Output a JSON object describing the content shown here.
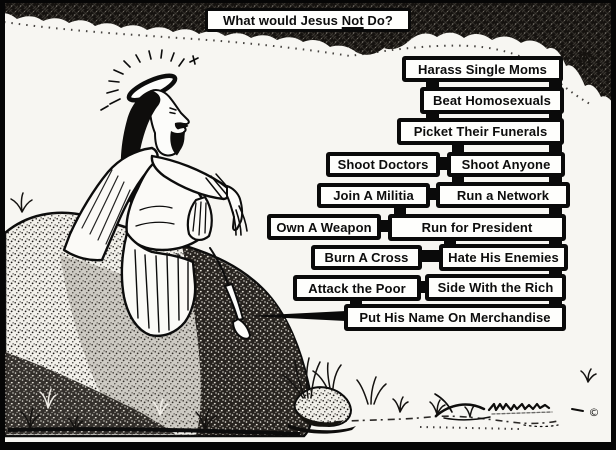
{
  "colors": {
    "ink": "#0a0a0a",
    "paper": "#f7f6f2",
    "box_fill": "#fefefc"
  },
  "title": {
    "prefix": "What would Jesus ",
    "emphasis": "Not",
    "suffix": " Do?"
  },
  "callouts": {
    "rows": [
      {
        "cells": [
          "Harass Single Moms"
        ]
      },
      {
        "cells": [
          "Beat Homosexuals"
        ]
      },
      {
        "cells": [
          "Picket Their Funerals"
        ]
      },
      {
        "cells": [
          "Shoot Doctors",
          "Shoot Anyone"
        ]
      },
      {
        "cells": [
          "Join A Militia",
          "Run a Network"
        ]
      },
      {
        "cells": [
          "Own A Weapon",
          "Run for President"
        ]
      },
      {
        "cells": [
          "Burn A Cross",
          "Hate His Enemies"
        ]
      },
      {
        "cells": [
          "Attack the Poor",
          "Side With the Rich"
        ]
      },
      {
        "cells": [
          "Put His Name On Merchandise"
        ]
      }
    ]
  },
  "artist": {
    "copyright_mark": "©"
  }
}
